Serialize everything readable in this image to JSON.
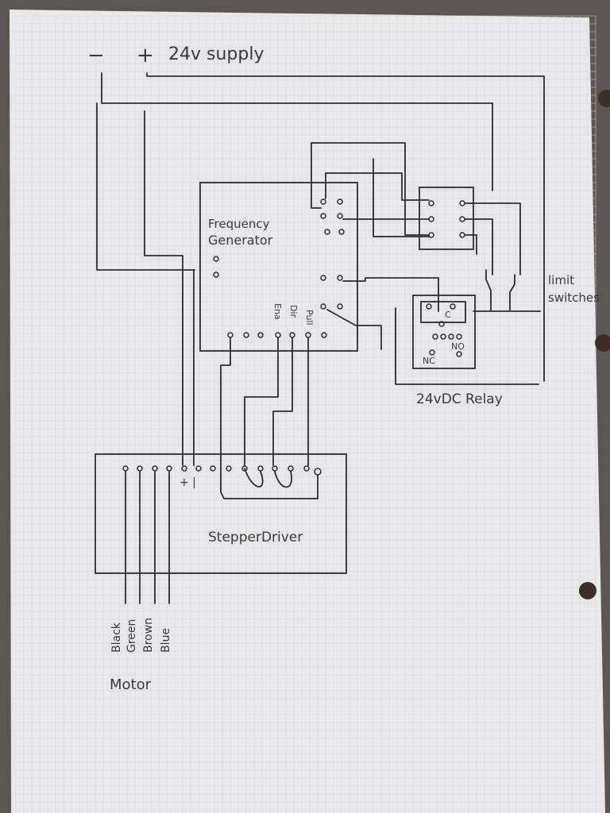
{
  "supply": {
    "minus": "−",
    "plus": "+",
    "label": "24v supply"
  },
  "freq_gen": {
    "label_line1": "Frequency",
    "label_line2": "Generator",
    "pin_en": "Ena",
    "pin_dir": "Dir",
    "pin_pull": "Pull"
  },
  "stepper": {
    "label": "StepperDriver",
    "plus_minus": "+ |"
  },
  "relay": {
    "label": "24vDC Relay",
    "nc": "NC",
    "no": "NO",
    "c": "C"
  },
  "limit": {
    "line1": "limit",
    "line2": "switches"
  },
  "motor": {
    "label": "Motor",
    "wires": [
      "Black",
      "Green",
      "Brown",
      "Blue"
    ]
  },
  "colors": {
    "paper": "#e9e9ea",
    "ink": "#2e2e2e",
    "background": "#5a5652"
  }
}
